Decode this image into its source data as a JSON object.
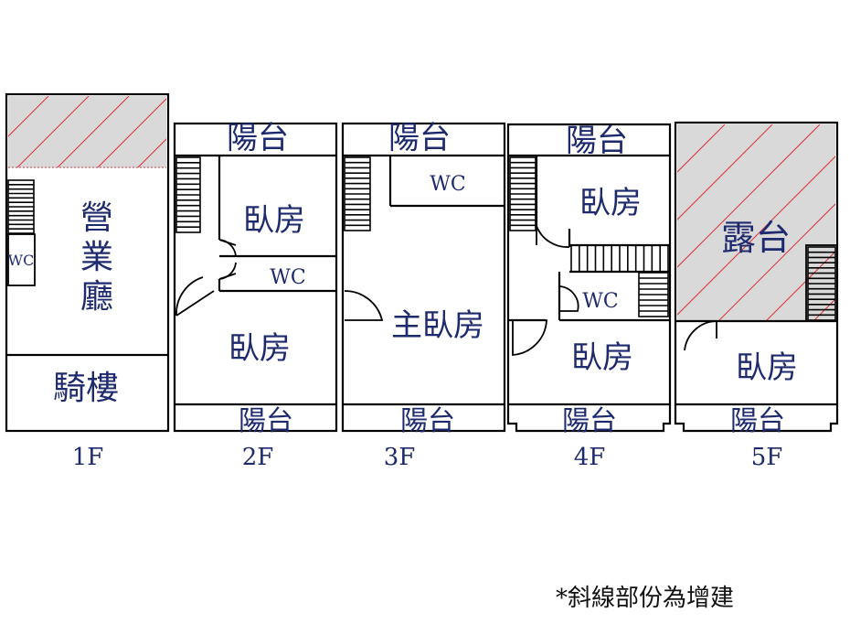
{
  "colors": {
    "label": "#1e2a6e",
    "hatch_fill": "#d9d9d9",
    "hatch_line": "#d9343a",
    "wall": "#000000"
  },
  "floors": {
    "f1": {
      "label": "1F",
      "rooms": {
        "business_hall": "營業廳",
        "wc": "WC",
        "arcade": "騎樓"
      }
    },
    "f2": {
      "label": "2F",
      "rooms": {
        "balcony_front": "陽台",
        "bedroom_a": "臥房",
        "wc": "WC",
        "bedroom_b": "臥房",
        "balcony_back": "陽台"
      }
    },
    "f3": {
      "label": "3F",
      "rooms": {
        "balcony_front": "陽台",
        "wc": "WC",
        "master_bedroom": "主臥房",
        "balcony_back": "陽台"
      }
    },
    "f4": {
      "label": "4F",
      "rooms": {
        "balcony_front": "陽台",
        "bedroom_a": "臥房",
        "wc": "WC",
        "bedroom_b": "臥房",
        "balcony_back": "陽台"
      }
    },
    "f5": {
      "label": "5F",
      "rooms": {
        "terrace": "露台",
        "bedroom": "臥房",
        "balcony_back": "陽台"
      }
    }
  },
  "note": "*斜線部份為增建"
}
